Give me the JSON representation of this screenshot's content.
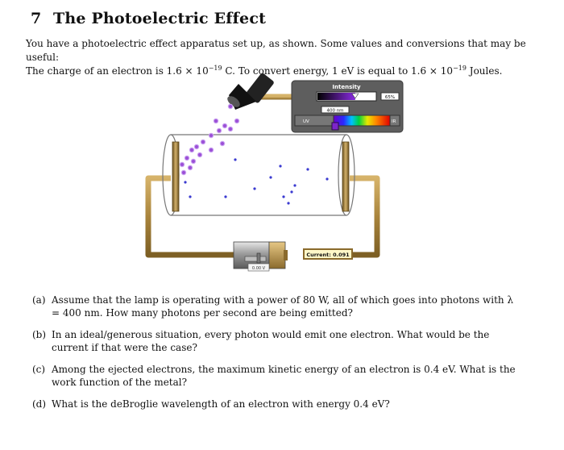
{
  "section": {
    "number": "7",
    "title": "The Photoelectric Effect"
  },
  "intro": {
    "line1": "You have a photoelectric effect apparatus set up, as shown. Some values and conversions that may be useful:",
    "line2_a": "The charge of an electron is 1.6 × 10",
    "line2_exp1": "−19",
    "line2_b": " C. To convert energy, 1 eV is equal to 1.6 × 10",
    "line2_exp2": "−19",
    "line2_c": " Joules."
  },
  "apparatus": {
    "intensity_label": "Intensity",
    "intensity_value": "65%",
    "intensity_fraction": 0.65,
    "wavelength_readout": "400 nm",
    "uv_label": "UV",
    "ir_label": "IR",
    "current_label": "Current: 0.091",
    "voltage_label": "0.00 V",
    "colors": {
      "wire": "#b8964e",
      "photon": "#9b4fd6",
      "electron": "#3a3ad0",
      "panel": "#5e5e5e"
    }
  },
  "questions": [
    {
      "label": "(a)",
      "text": "Assume that the lamp is operating with a power of 80 W, all of which goes into photons with λ = 400 nm. How many photons per second are being emitted?"
    },
    {
      "label": "(b)",
      "text": "In an ideal/generous situation, every photon would emit one electron. What would be the current if that were the case?"
    },
    {
      "label": "(c)",
      "text": "Among the ejected electrons, the maximum kinetic energy of an electron is 0.4 eV. What is the work function of the metal?"
    },
    {
      "label": "(d)",
      "text": "What is the deBroglie wavelength of an electron with energy 0.4 eV?"
    }
  ]
}
